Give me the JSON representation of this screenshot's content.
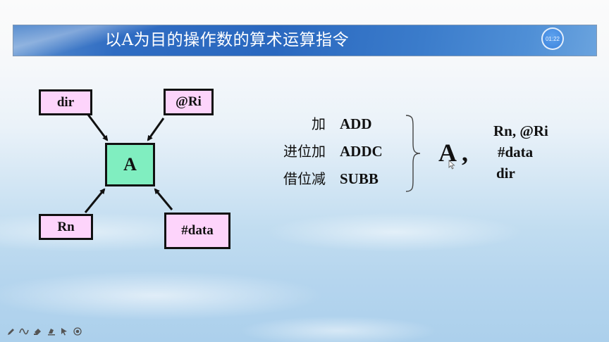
{
  "slide": {
    "title": "以A为目的操作数的算术运算指令",
    "timer": "01:22"
  },
  "diagram": {
    "center": "A",
    "sources": {
      "top_left": "dir",
      "top_right": "@Ri",
      "bottom_left": "Rn",
      "bottom_right": "#data"
    },
    "colors": {
      "source_fill": "#fdd4fb",
      "center_fill": "#80eec0"
    }
  },
  "instructions": [
    {
      "cn": "加",
      "op": "ADD"
    },
    {
      "cn": "进位加",
      "op": "ADDC"
    },
    {
      "cn": "借位减",
      "op": "SUBB"
    }
  ],
  "destination": "A ,",
  "operands": [
    "Rn, @Ri",
    "#data",
    "dir"
  ],
  "toolbar": {
    "icons": [
      "pen-icon",
      "highlighter-icon",
      "eraser-icon",
      "ink-icon",
      "pointer-icon",
      "record-icon"
    ]
  }
}
